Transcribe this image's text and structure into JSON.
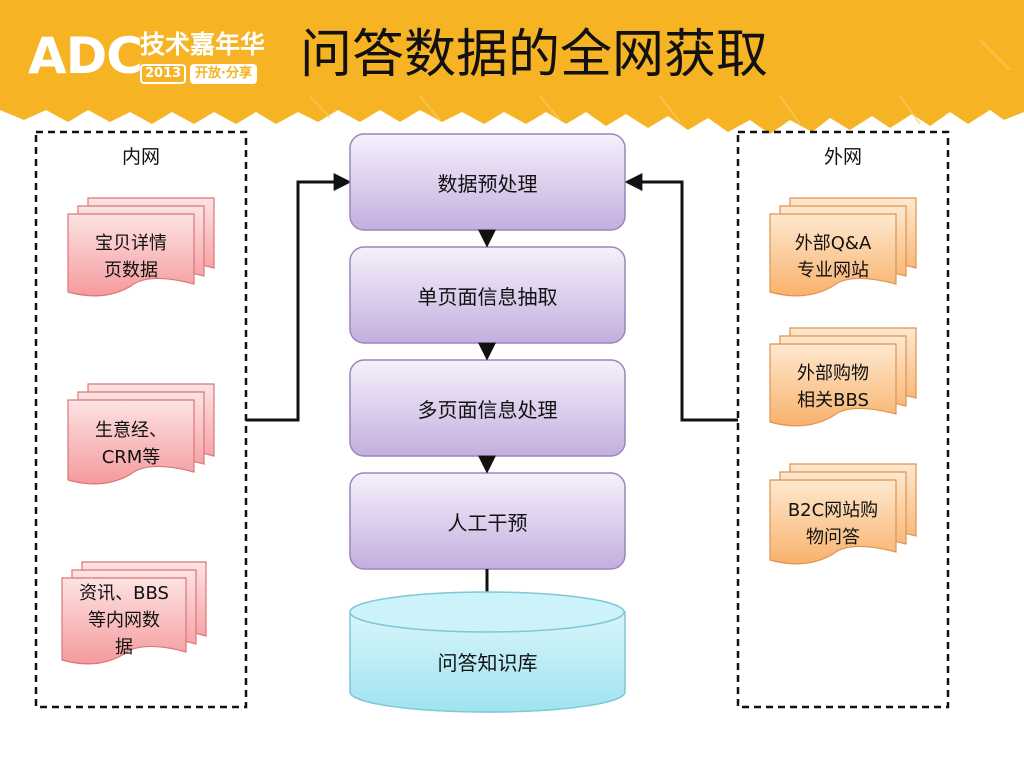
{
  "slide": {
    "title": "问答数据的全网获取",
    "logo": {
      "brand": "ADC",
      "name": "技术嘉年华",
      "year": "2013",
      "slogan": "开放·分享"
    }
  },
  "internal": {
    "label": "内网",
    "docs": [
      {
        "line1": "宝贝详情",
        "line2": "页数据",
        "line3": ""
      },
      {
        "line1": "生意经、",
        "line2": "CRM等",
        "line3": ""
      },
      {
        "line1": "资讯、BBS",
        "line2": "等内网数",
        "line3": "据"
      }
    ]
  },
  "external": {
    "label": "外网",
    "docs": [
      {
        "line1": "外部Q&A",
        "line2": "专业网站"
      },
      {
        "line1": "外部购物",
        "line2": "相关BBS"
      },
      {
        "line1": "B2C网站购",
        "line2": "物问答"
      }
    ]
  },
  "pipeline": {
    "steps": [
      "数据预处理",
      "单页面信息抽取",
      "多页面信息处理",
      "人工干预"
    ],
    "database": "问答知识库"
  },
  "colors": {
    "header": "#f6b324",
    "step_fill_top": "#f5f0fb",
    "step_fill_bottom": "#c6b0e0",
    "step_border": "#9a86bd",
    "db_fill": "#b8ecf5",
    "db_border": "#7fc6d9",
    "internal_doc_fill": "#f8a9ab",
    "internal_doc_border": "#d9777a",
    "external_doc_fill": "#fbc487",
    "external_doc_border": "#e0924f"
  }
}
